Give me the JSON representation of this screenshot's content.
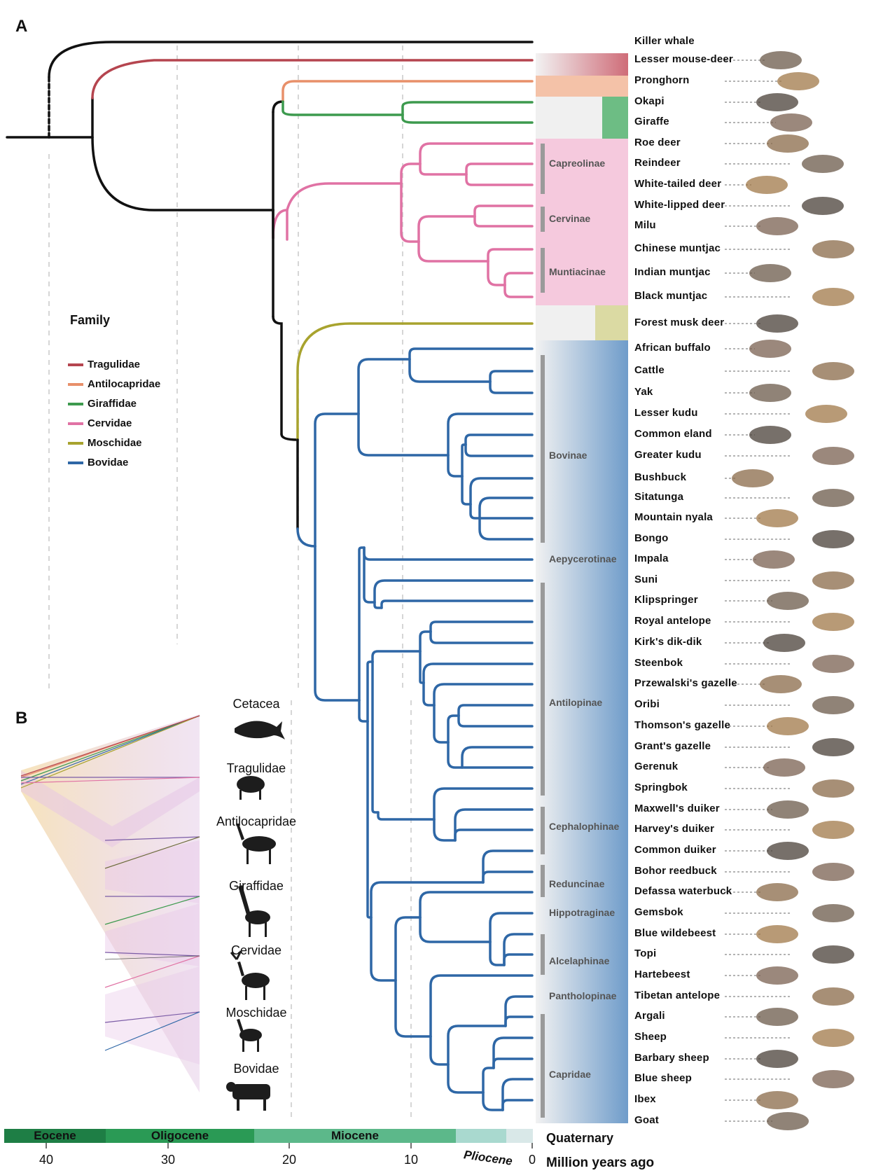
{
  "panels": {
    "a": "A",
    "b": "B"
  },
  "legend": {
    "title": "Family",
    "items": [
      {
        "label": "Tragulidae",
        "color": "#b5454f"
      },
      {
        "label": "Antilocapridae",
        "color": "#e8906a"
      },
      {
        "label": "Giraffidae",
        "color": "#3d9a4e"
      },
      {
        "label": "Cervidae",
        "color": "#e072a4"
      },
      {
        "label": "Moschidae",
        "color": "#a8a32e"
      },
      {
        "label": "Bovidae",
        "color": "#2e67a6"
      }
    ]
  },
  "species": [
    "Killer whale",
    "Lesser mouse-deer",
    "Pronghorn",
    "Okapi",
    "Giraffe",
    "Roe deer",
    "Reindeer",
    "White-tailed deer",
    "White-lipped deer",
    "Milu",
    "Chinese muntjac",
    "Indian muntjac",
    "Black muntjac",
    "Forest musk deer",
    "African buffalo",
    "Cattle",
    "Yak",
    "Lesser kudu",
    "Common eland",
    "Greater kudu",
    "Bushbuck",
    "Sitatunga",
    "Mountain nyala",
    "Bongo",
    "Impala",
    "Suni",
    "Klipspringer",
    "Royal antelope",
    "Kirk's dik-dik",
    "Steenbok",
    "Przewalski's gazelle",
    "Oribi",
    "Thomson's gazelle",
    "Grant's gazelle",
    "Gerenuk",
    "Springbok",
    "Maxwell's duiker",
    "Harvey's duiker",
    "Common duiker",
    "Bohor reedbuck",
    "Defassa waterbuck",
    "Gemsbok",
    "Blue wildebeest",
    "Topi",
    "Hartebeest",
    "Tibetan antelope",
    "Argali",
    "Sheep",
    "Barbary sheep",
    "Blue sheep",
    "Ibex",
    "Goat"
  ],
  "subfamilies": [
    "Capreolinae",
    "Cervinae",
    "Muntiacinae",
    "Bovinae",
    "Aepycerotinae",
    "Antilopinae",
    "Cephalophinae",
    "Reduncinae",
    "Hippotraginae",
    "Alcelaphinae",
    "Pantholopinae",
    "Capridae"
  ],
  "panel_b_groups": [
    "Cetacea",
    "Tragulidae",
    "Antilocapridae",
    "Giraffidae",
    "Cervidae",
    "Moschidae",
    "Bovidae"
  ],
  "timescale": {
    "epochs": [
      "Eocene",
      "Oligocene",
      "Miocene",
      "Pliocene",
      "Quaternary"
    ],
    "ticks": [
      "40",
      "30",
      "20",
      "10",
      "0"
    ],
    "axis_title": "Million years ago"
  }
}
